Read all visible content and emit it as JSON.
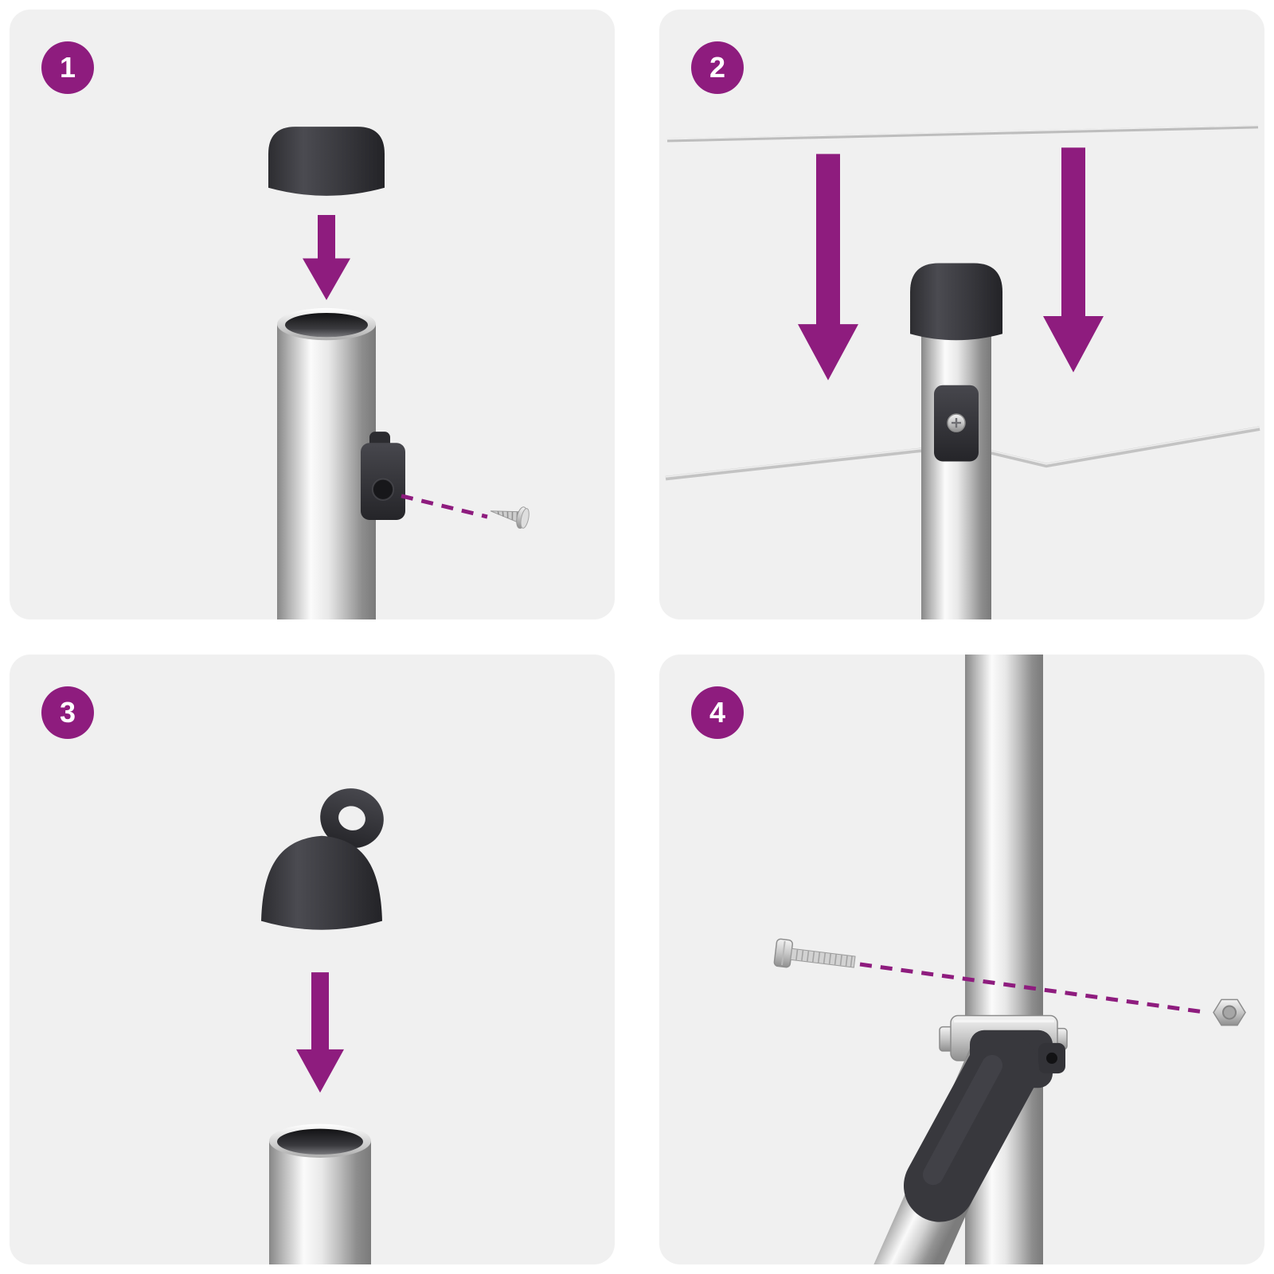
{
  "colors": {
    "accent_purple": "#8e1c7e",
    "panel_background": "#f0f0f0",
    "part_dark": "#38383d",
    "metal_silver": "#c6c6c6"
  },
  "steps": [
    {
      "number": "1",
      "icons": [
        "pole-cap",
        "down-arrow",
        "pole-top-opening",
        "screw-clip",
        "dashed-guide-line",
        "screw"
      ]
    },
    {
      "number": "2",
      "icons": [
        "tension-wire",
        "down-arrow",
        "down-arrow",
        "capped-pole",
        "wire-clip",
        "clipped-wire"
      ]
    },
    {
      "number": "3",
      "icons": [
        "eye-cap",
        "down-arrow",
        "pole-top-opening"
      ]
    },
    {
      "number": "4",
      "icons": [
        "vertical-pole",
        "pole-clamp",
        "diagonal-brace",
        "brace-connector",
        "bolt",
        "dashed-guide-line",
        "nut"
      ]
    }
  ]
}
